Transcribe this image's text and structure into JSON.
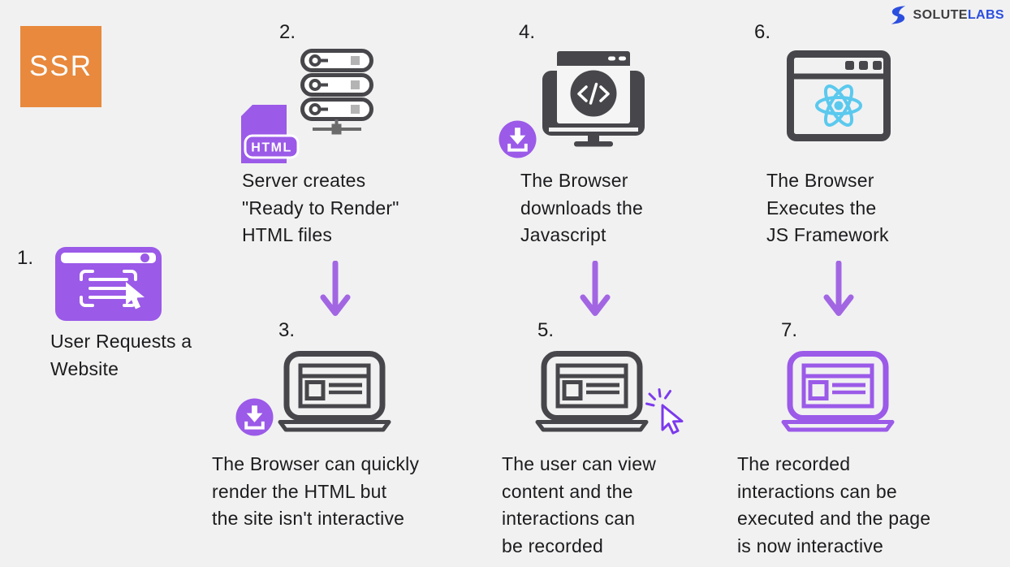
{
  "title_badge": {
    "label": "SSR"
  },
  "logo": {
    "name": "SoluteLabs",
    "text_primary": "SOLUTE",
    "text_secondary": "LABS"
  },
  "steps": [
    {
      "number": "1.",
      "icon": "browser-click-icon",
      "caption": "User Requests a\nWebsite"
    },
    {
      "number": "2.",
      "icon": "server-html-file-icon",
      "caption": "Server creates\n\"Ready to Render\"\nHTML files",
      "file_label": "HTML"
    },
    {
      "number": "3.",
      "icon": "laptop-download-icon",
      "caption": "The Browser can quickly\nrender the HTML but\nthe site isn't interactive"
    },
    {
      "number": "4.",
      "icon": "browser-code-download-icon",
      "caption": "The Browser\ndownloads the\nJavascript"
    },
    {
      "number": "5.",
      "icon": "laptop-click-icon",
      "caption": "The user can view\ncontent and the\ninteractions can\nbe recorded"
    },
    {
      "number": "6.",
      "icon": "browser-react-icon",
      "caption": "The Browser\nExecutes the\nJS Framework"
    },
    {
      "number": "7.",
      "icon": "laptop-interactive-icon",
      "caption": "The recorded\ninteractions can be\nexecuted and the page\nis now interactive"
    }
  ],
  "flow_arrows": [
    "step-2-to-3",
    "step-4-to-5",
    "step-6-to-7"
  ],
  "colors": {
    "bg": "#f1f1f2",
    "text": "#1c1c1e",
    "orange": "#e8893d",
    "purple": "#9b5ae8",
    "arrow": "#a266e3",
    "dark": "#47474b",
    "react": "#5bc9ee",
    "logo-blue": "#2b4ede",
    "logo-dark": "#3e3e40",
    "cursor": "#7c3aed",
    "gray": "#b4b4b4",
    "connector": "#6b6b6b"
  }
}
